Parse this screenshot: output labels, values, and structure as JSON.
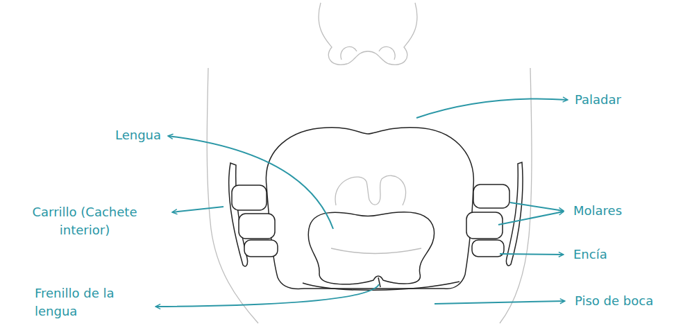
{
  "diagram": {
    "labels": [
      "Paladar",
      "Lengua",
      "Carrillo (Cachete interior)",
      "Molares",
      "Encía",
      "Frenillo de la lengua",
      "Piso de boca"
    ]
  }
}
